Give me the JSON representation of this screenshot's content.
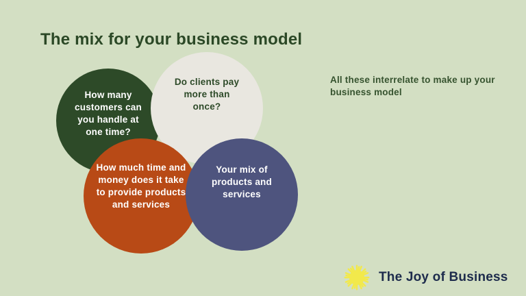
{
  "slide": {
    "title": "The mix for your business model",
    "side_note": "All these interrelate to make up your business model",
    "background_color": "#d3dfc3",
    "title_color": "#2b4826",
    "side_note_color": "#36532f"
  },
  "circles": [
    {
      "name": "customers-capacity",
      "label": "How many customers can you handle at one time?",
      "fill": "#2d4a28",
      "text_color": "#ffffff"
    },
    {
      "name": "repeat-purchase",
      "label": "Do clients pay more than once?",
      "fill": "#e9e7e0",
      "text_color": "#2d4a28"
    },
    {
      "name": "time-money-cost",
      "label": "How much time and money does it take to provide products and services",
      "fill": "#b84a16",
      "text_color": "#ffffff"
    },
    {
      "name": "product-service-mix",
      "label": "Your mix of products and services",
      "fill": "#4e547e",
      "text_color": "#ffffff"
    }
  ],
  "logo": {
    "label": "The Joy of Business",
    "icon": "dandelion-icon",
    "icon_color": "#f2e94b",
    "label_color": "#1d2b4c"
  }
}
